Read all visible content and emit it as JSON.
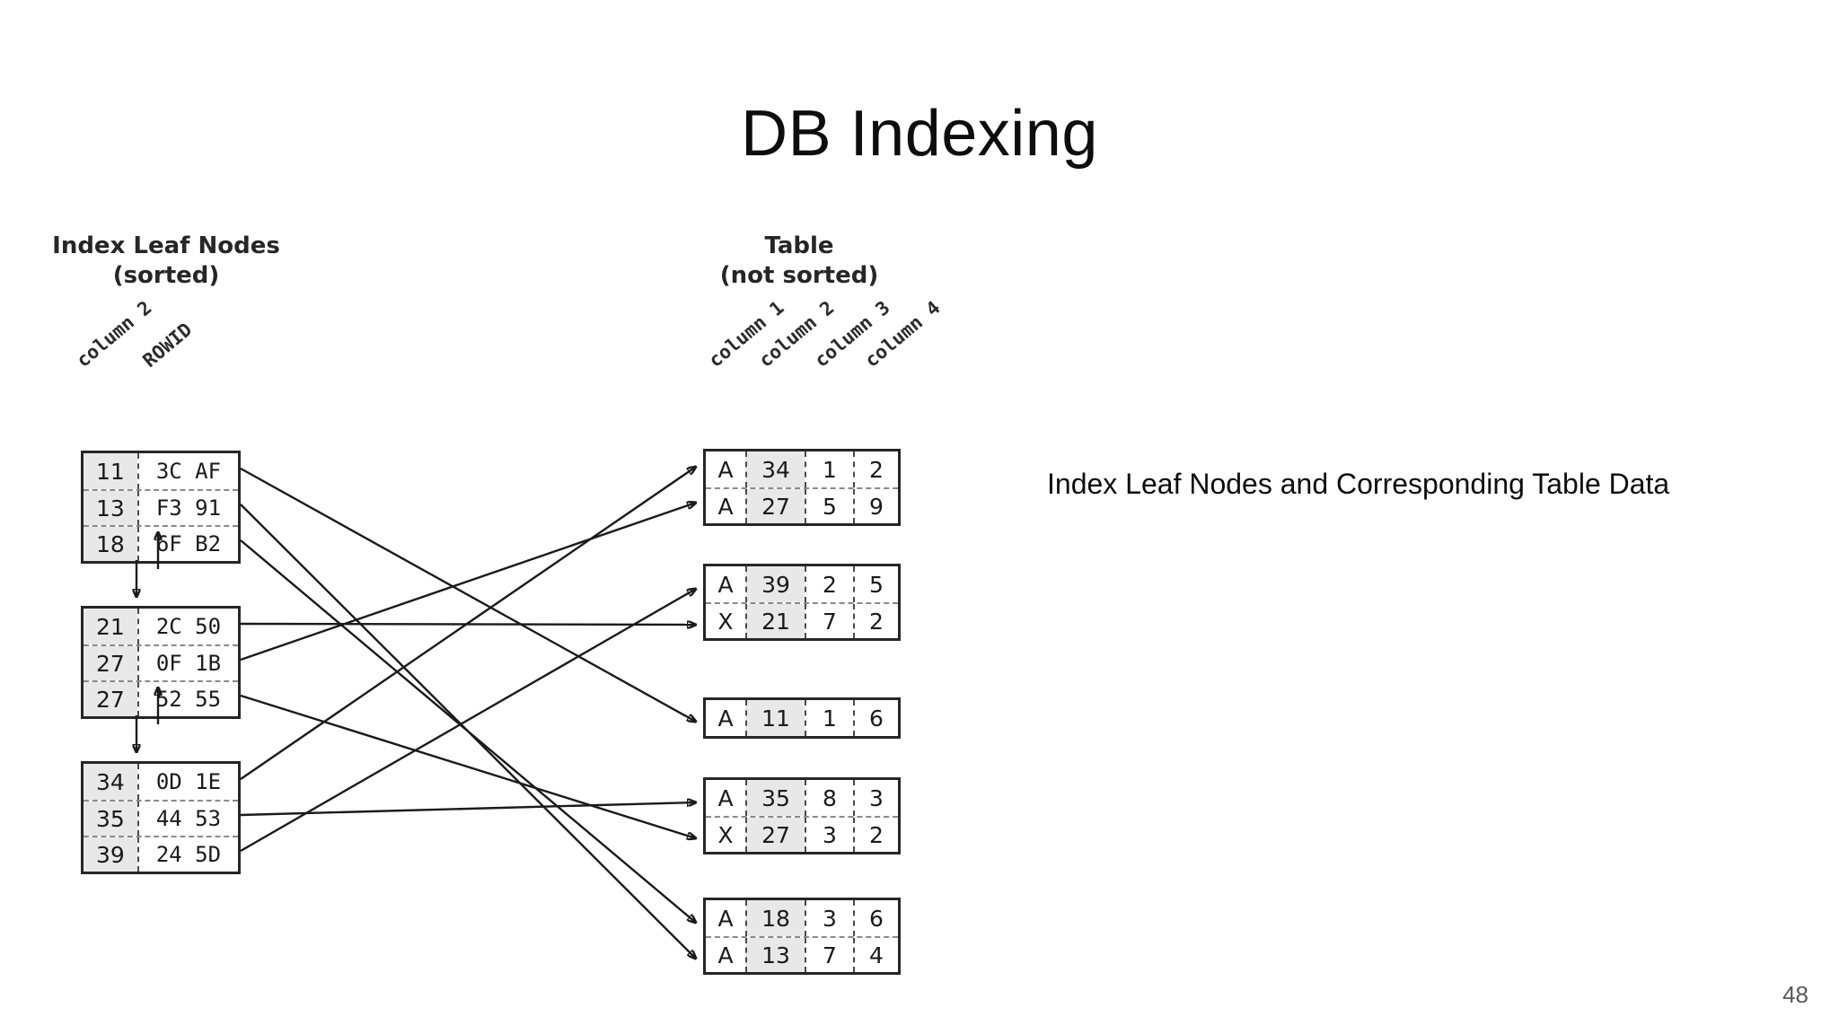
{
  "slide": {
    "title": "DB Indexing",
    "number": "48",
    "caption": "Index Leaf Nodes and Corresponding Table Data"
  },
  "figure": {
    "index_heading": "Index Leaf Nodes\n(sorted)",
    "table_heading": "Table\n(not sorted)",
    "index_column_labels": [
      "column 2",
      "ROWID"
    ],
    "table_column_labels": [
      "column 1",
      "column 2",
      "column 3",
      "column 4"
    ],
    "index_nodes": [
      {
        "rows": [
          {
            "key": "11",
            "rowid": "3C AF"
          },
          {
            "key": "13",
            "rowid": "F3 91"
          },
          {
            "key": "18",
            "rowid": "6F B2"
          }
        ]
      },
      {
        "rows": [
          {
            "key": "21",
            "rowid": "2C 50"
          },
          {
            "key": "27",
            "rowid": "0F 1B"
          },
          {
            "key": "27",
            "rowid": "52 55"
          }
        ]
      },
      {
        "rows": [
          {
            "key": "34",
            "rowid": "0D 1E"
          },
          {
            "key": "35",
            "rowid": "44 53"
          },
          {
            "key": "39",
            "rowid": "24 5D"
          }
        ]
      }
    ],
    "table_blocks": [
      {
        "rows": [
          {
            "c1": "A",
            "c2": "34",
            "c3": "1",
            "c4": "2"
          },
          {
            "c1": "A",
            "c2": "27",
            "c3": "5",
            "c4": "9"
          }
        ]
      },
      {
        "rows": [
          {
            "c1": "A",
            "c2": "39",
            "c3": "2",
            "c4": "5"
          },
          {
            "c1": "X",
            "c2": "21",
            "c3": "7",
            "c4": "2"
          }
        ]
      },
      {
        "rows": [
          {
            "c1": "A",
            "c2": "11",
            "c3": "1",
            "c4": "6"
          }
        ]
      },
      {
        "rows": [
          {
            "c1": "A",
            "c2": "35",
            "c3": "8",
            "c4": "3"
          },
          {
            "c1": "X",
            "c2": "27",
            "c3": "3",
            "c4": "2"
          }
        ]
      },
      {
        "rows": [
          {
            "c1": "A",
            "c2": "18",
            "c3": "3",
            "c4": "6"
          },
          {
            "c1": "A",
            "c2": "13",
            "c3": "7",
            "c4": "4"
          }
        ]
      }
    ],
    "links": [
      {
        "from": "11",
        "to": "A 11 1 6"
      },
      {
        "from": "13",
        "to": "A 13 7 4"
      },
      {
        "from": "18",
        "to": "A 18 3 6"
      },
      {
        "from": "21",
        "to": "X 21 7 2"
      },
      {
        "from": "27",
        "to": "A 27 5 9"
      },
      {
        "from": "27",
        "to": "X 27 3 2"
      },
      {
        "from": "34",
        "to": "A 34 1 2"
      },
      {
        "from": "35",
        "to": "A 35 8 3"
      },
      {
        "from": "39",
        "to": "A 39 2 5"
      }
    ],
    "sibling_links": "double-arrow-vertical",
    "colors": {
      "stroke": "#1a1a1a",
      "shaded_cell": "#e8e8e8",
      "heading_text": "#262626",
      "slide_number": "#595959"
    }
  }
}
